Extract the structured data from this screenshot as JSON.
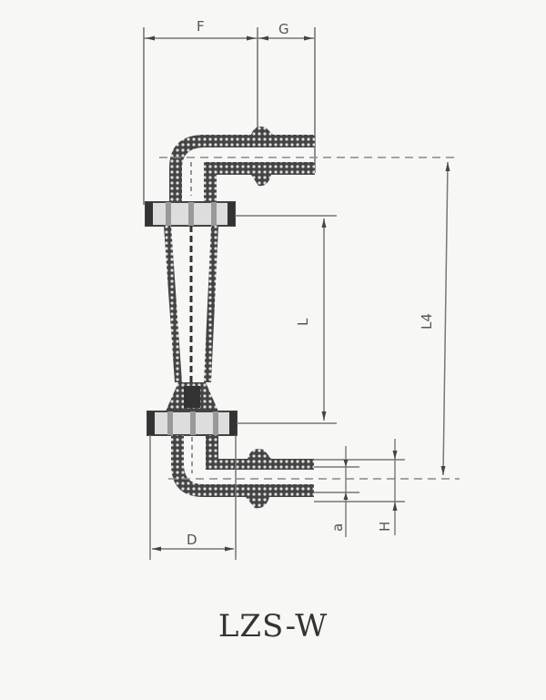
{
  "diagram": {
    "title": "LZS-W",
    "type": "engineering drawing - rotameter (flow meter) with elbow connectors",
    "dimensions": {
      "F": "F",
      "G": "G",
      "L": "L",
      "L4": "L4",
      "D": "D",
      "a": "a",
      "H": "H"
    },
    "colors": {
      "background": "#f7f7f5",
      "line": "#5a5a5a",
      "dark": "#333333",
      "centerline": "#888888"
    }
  }
}
